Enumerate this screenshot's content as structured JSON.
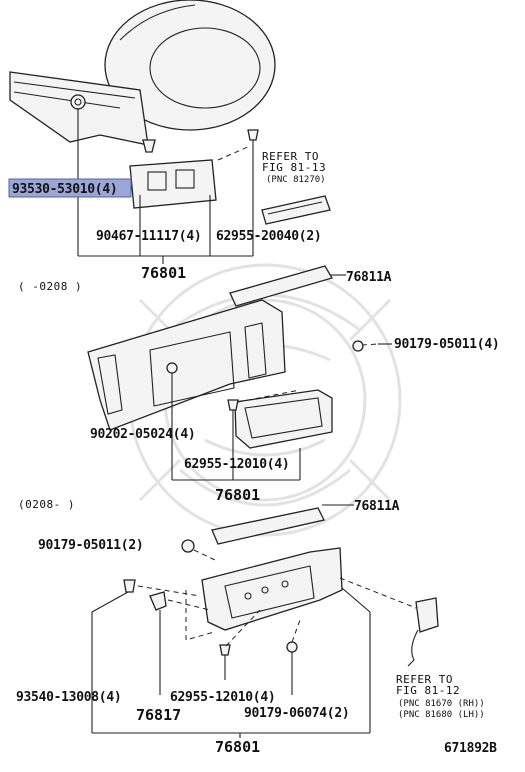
{
  "labels": {
    "sec1_part_a": "93530-53010(4)",
    "sec1_part_b": "90467-11117(4)",
    "sec1_part_c": "62955-20040(2)",
    "sec1_assembly": "76801",
    "sec1_refer_line1": "REFER TO",
    "sec1_refer_line2": "FIG 81-13",
    "sec1_refer_line3": "(PNC 81270)",
    "sec2_range": "(     -0208 )",
    "sec2_garnish": "76811A",
    "sec2_clip": "90179-05011(4)",
    "sec2_part_a": "90202-05024(4)",
    "sec2_part_b": "62955-12010(4)",
    "sec2_assembly": "76801",
    "sec3_range": "(0208-     )",
    "sec3_garnish": "76811A",
    "sec3_clip": "90179-05011(2)",
    "sec3_part_a": "93540-13008(4)",
    "sec3_part_b": "62955-12010(4)",
    "sec3_part_c": "90179-06074(2)",
    "sec3_bracket": "76817",
    "sec3_refer_line1": "REFER TO",
    "sec3_refer_line2": "FIG 81-12",
    "sec3_refer_line3": "(PNC 81670 (RH))",
    "sec3_refer_line4": "(PNC 81680 (LH))",
    "sec3_assembly": "76801",
    "diagram_id": "671892B"
  },
  "highlight_color": "#9aa6d6"
}
